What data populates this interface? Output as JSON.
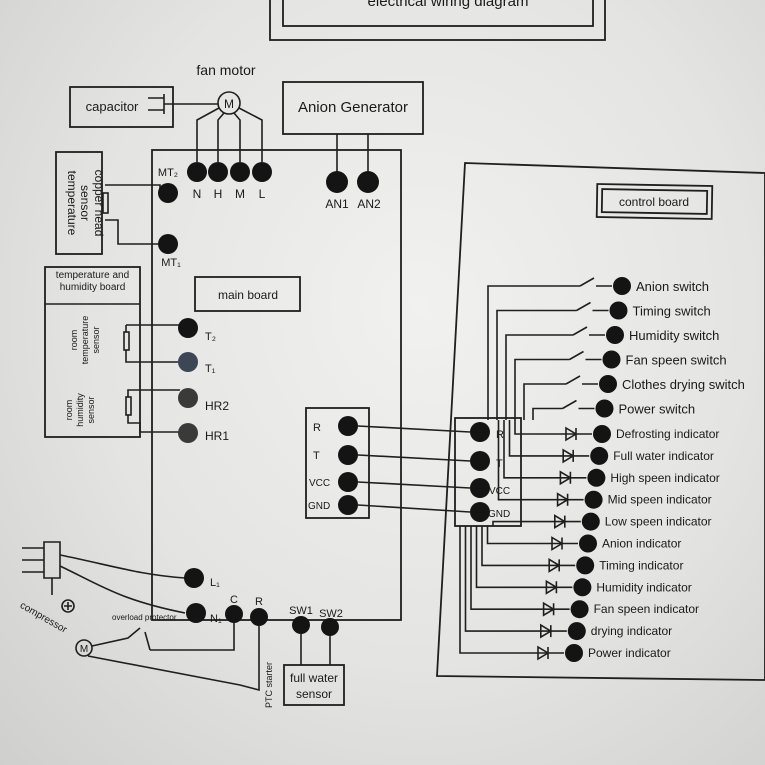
{
  "title": "electrical wiring diagram",
  "fan_motor": {
    "label": "fan motor",
    "symbol": "M",
    "terminals": [
      "N",
      "H",
      "M",
      "L"
    ]
  },
  "capacitor": {
    "label": "capacitor"
  },
  "anion_generator": {
    "label": "Anion Generator",
    "terminals": [
      "AN1",
      "AN2"
    ]
  },
  "temp_sensor": {
    "line1": "temperature",
    "line2": "sensor",
    "line3": "copper head"
  },
  "mt_terminals": [
    "MT₂",
    "MT₁"
  ],
  "main_board": {
    "label": "main board",
    "t_terminals": [
      "T₂",
      "T₁",
      "HR2",
      "HR1"
    ],
    "power_terminals": [
      "L₁",
      "N₁",
      "C",
      "R"
    ],
    "sw_terminals": [
      "SW1",
      "SW2"
    ],
    "comm_terminals": [
      "R",
      "T",
      "VCC",
      "GND"
    ]
  },
  "humidity_board": {
    "header": "temperature and humidity board",
    "room_temp": [
      "room",
      "temperature",
      "sensor"
    ],
    "room_humidity": [
      "room",
      "humidity",
      "sensor"
    ]
  },
  "control_board": {
    "label": "control board",
    "comm_terminals": [
      "R",
      "T",
      "VCC",
      "GND"
    ],
    "switches": [
      "Anion switch",
      "Timing switch",
      "Humidity switch",
      "Fan speen switch",
      "Clothes drying switch",
      "Power switch"
    ],
    "indicators": [
      "Defrosting indicator",
      "Full water indicator",
      "High speen indicator",
      "Mid speen indicator",
      "Low speen indicator",
      "Anion indicator",
      "Timing indicator",
      "Humidity indicator",
      "Fan speen indicator",
      "drying indicator",
      "Power indicator"
    ]
  },
  "compressor": {
    "label": "compressor",
    "symbol": "M",
    "overload_label": "overload protector",
    "ptc_label": "PTC starter"
  },
  "full_water_sensor": {
    "line1": "full water",
    "line2": "sensor"
  }
}
